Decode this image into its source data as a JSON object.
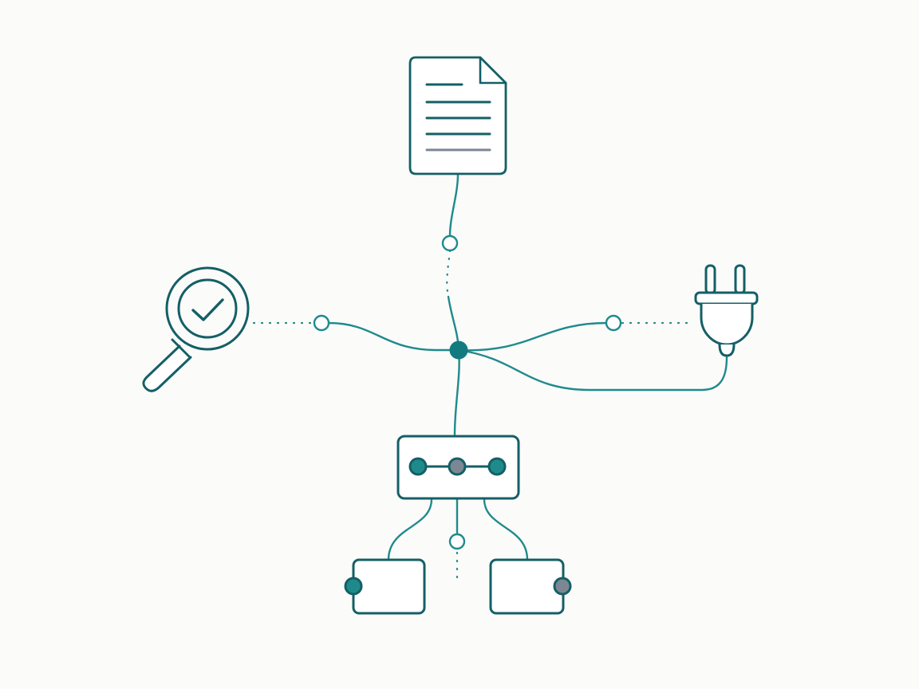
{
  "colors": {
    "background": "#fbfbfa",
    "teal": "#1f8a8c",
    "dark_teal": "#145f66",
    "hub": "#137a80",
    "gray": "#7c8794",
    "white": "#ffffff"
  },
  "nodes": [
    {
      "id": "document",
      "icon": "document-icon"
    },
    {
      "id": "inspect",
      "icon": "magnifier-check-icon"
    },
    {
      "id": "plug",
      "icon": "plug-icon"
    },
    {
      "id": "pipeline",
      "icon": "pipeline-box-icon"
    },
    {
      "id": "left-output",
      "icon": "output-box-icon"
    },
    {
      "id": "right-output",
      "icon": "output-box-icon"
    }
  ]
}
